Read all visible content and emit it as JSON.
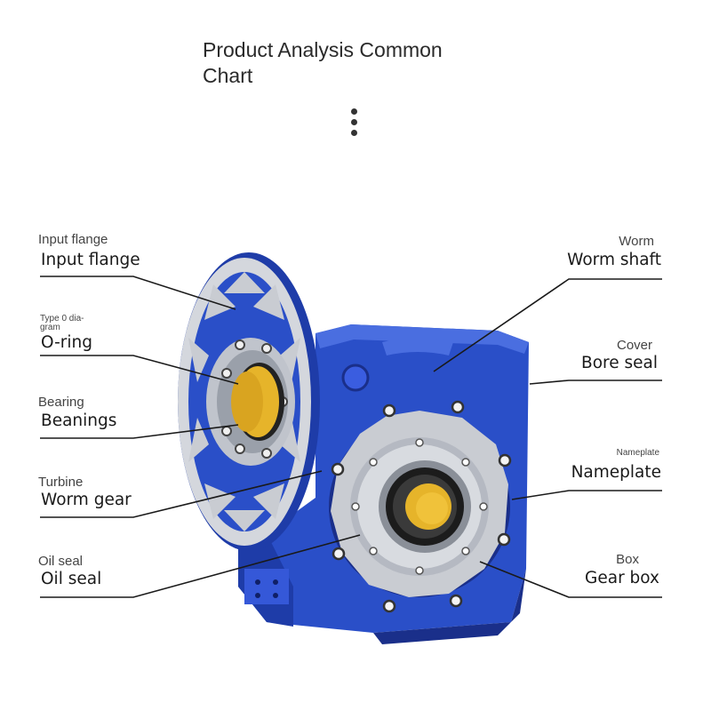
{
  "title": {
    "line1": "Product Analysis Common",
    "line2": "Chart"
  },
  "labels": {
    "input_flange": {
      "small": "Input flange",
      "big": "Input flange"
    },
    "o_ring": {
      "small": "Type 0 dia-gram",
      "big": "O-ring"
    },
    "bearing": {
      "small": "Bearing",
      "big": "Beanings"
    },
    "worm_gear": {
      "small": "Turbine",
      "big": "Worm gear"
    },
    "oil_seal": {
      "small": "Oil seal",
      "big": "Oil seal"
    },
    "worm_shaft": {
      "small": "Worm",
      "big": "Worm shaft"
    },
    "bore_seal": {
      "small": "Cover",
      "big": "Bore seal"
    },
    "nameplate": {
      "small": "Nameplate",
      "big": "Nameplate"
    },
    "gear_box": {
      "small": "Box",
      "big": "Gear box"
    }
  },
  "colors": {
    "housing": "#2a4fc8",
    "housing_dark": "#1a2f8a",
    "flange": "#c9ccd2",
    "seal": "#e6b42a"
  }
}
